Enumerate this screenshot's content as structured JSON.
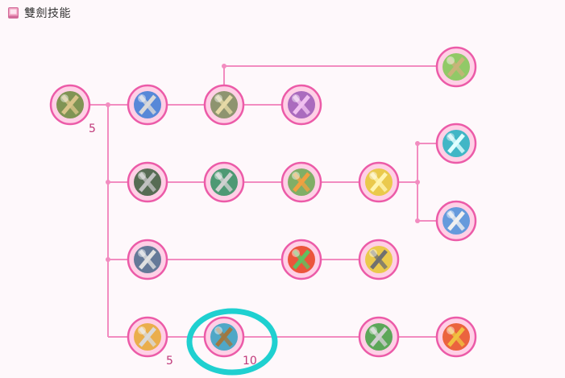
{
  "title": "雙劍技能",
  "colors": {
    "line": "#f28cc0",
    "node_ring": "#ec5ba8",
    "node_fill": "#ffd0e6",
    "highlight": "#1fd0d0"
  },
  "skills": [
    {
      "id": "s_root",
      "icon": "twin-blades-icon",
      "level": "5"
    },
    {
      "id": "s_r1c1",
      "icon": "blue-crescent-slash-icon",
      "level": ""
    },
    {
      "id": "s_r1c2",
      "icon": "crossed-swords-icon",
      "level": ""
    },
    {
      "id": "s_r1c3",
      "icon": "purple-skull-icon",
      "level": ""
    },
    {
      "id": "s_top",
      "icon": "green-dash-blades-icon",
      "level": ""
    },
    {
      "id": "s_r2c1",
      "icon": "shield-blades-icon",
      "level": ""
    },
    {
      "id": "s_r2c2",
      "icon": "green-helm-blades-icon",
      "level": ""
    },
    {
      "id": "s_r2c3",
      "icon": "warrior-aura-icon",
      "level": ""
    },
    {
      "id": "s_r2c4",
      "icon": "golden-cross-blades-icon",
      "level": ""
    },
    {
      "id": "s_r2u",
      "icon": "cyan-star-icon",
      "level": ""
    },
    {
      "id": "s_r2d",
      "icon": "blue-wave-slash-icon",
      "level": ""
    },
    {
      "id": "s_r3c1",
      "icon": "armor-gear-icon",
      "level": ""
    },
    {
      "id": "s_r3c3",
      "icon": "fire-crescent-icon",
      "level": ""
    },
    {
      "id": "s_r3c4",
      "icon": "golden-sword-icon",
      "level": ""
    },
    {
      "id": "s_r4c1",
      "icon": "flying-blades-icon",
      "level": "5"
    },
    {
      "id": "s_r4c2",
      "icon": "cyan-dagger-icon",
      "level": "10"
    },
    {
      "id": "s_r4c4",
      "icon": "green-blades-icon",
      "level": ""
    },
    {
      "id": "s_r4c5",
      "icon": "flame-blades-icon",
      "level": ""
    }
  ]
}
